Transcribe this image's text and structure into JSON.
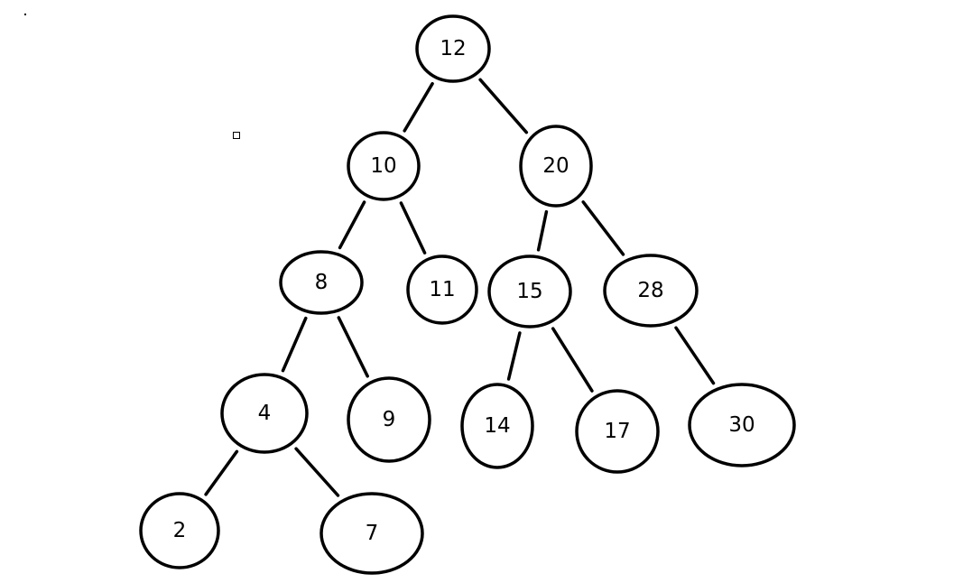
{
  "tree": {
    "nodes": [
      {
        "id": "n12",
        "label": "12"
      },
      {
        "id": "n10",
        "label": "10"
      },
      {
        "id": "n20",
        "label": "20"
      },
      {
        "id": "n8",
        "label": "8"
      },
      {
        "id": "n11",
        "label": "11"
      },
      {
        "id": "n15",
        "label": "15"
      },
      {
        "id": "n28",
        "label": "28"
      },
      {
        "id": "n4",
        "label": "4"
      },
      {
        "id": "n9",
        "label": "9"
      },
      {
        "id": "n14",
        "label": "14"
      },
      {
        "id": "n17",
        "label": "17"
      },
      {
        "id": "n30",
        "label": "30"
      },
      {
        "id": "n2",
        "label": "2"
      },
      {
        "id": "n7",
        "label": "7"
      }
    ],
    "edges": [
      {
        "from": "n12",
        "to": "n10"
      },
      {
        "from": "n12",
        "to": "n20"
      },
      {
        "from": "n10",
        "to": "n8"
      },
      {
        "from": "n10",
        "to": "n11"
      },
      {
        "from": "n20",
        "to": "n15"
      },
      {
        "from": "n20",
        "to": "n28"
      },
      {
        "from": "n8",
        "to": "n4"
      },
      {
        "from": "n8",
        "to": "n9"
      },
      {
        "from": "n15",
        "to": "n14"
      },
      {
        "from": "n15",
        "to": "n17"
      },
      {
        "from": "n28",
        "to": "n30"
      },
      {
        "from": "n4",
        "to": "n2"
      },
      {
        "from": "n4",
        "to": "n7"
      }
    ]
  }
}
